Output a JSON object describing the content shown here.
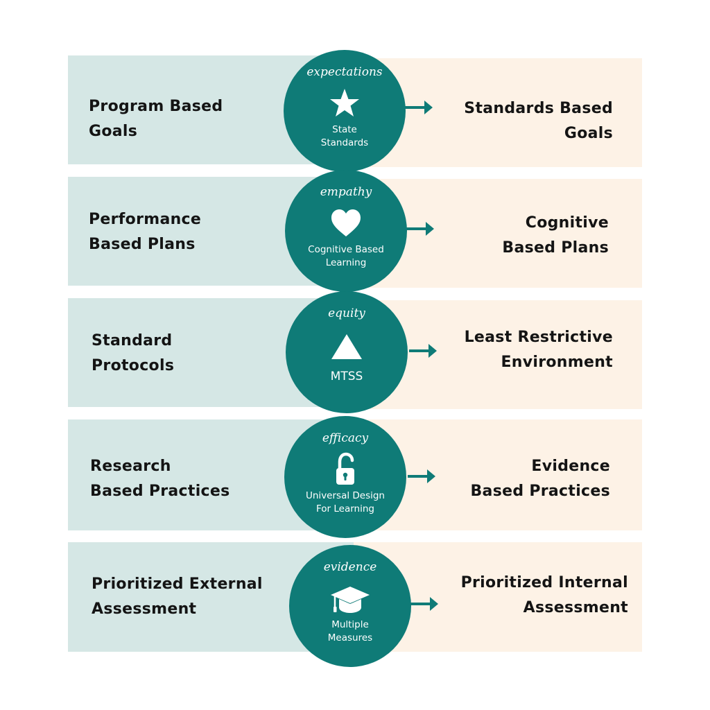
{
  "rows": [
    {
      "left": [
        "Program Based",
        "Goals"
      ],
      "theme": "expectations",
      "icon": "star-icon",
      "caption": [
        "State",
        "Standards"
      ],
      "right": [
        "Standards Based",
        "Goals"
      ]
    },
    {
      "left": [
        "Performance",
        "Based Plans"
      ],
      "theme": "empathy",
      "icon": "heart-icon",
      "caption": [
        "Cognitive Based",
        "Learning"
      ],
      "right": [
        "Cognitive",
        "Based Plans"
      ]
    },
    {
      "left": [
        "Standard",
        "Protocols"
      ],
      "theme": "equity",
      "icon": "triangle-icon",
      "caption": [
        "MTSS"
      ],
      "right": [
        "Least Restrictive",
        "Environment"
      ]
    },
    {
      "left": [
        "Research",
        "Based Practices"
      ],
      "theme": "efficacy",
      "icon": "unlocked-padlock-icon",
      "caption": [
        "Universal Design",
        "For Learning"
      ],
      "right": [
        "Evidence",
        "Based Practices"
      ]
    },
    {
      "left": [
        "Prioritized External",
        "Assessment"
      ],
      "theme": "evidence",
      "icon": "graduation-cap-icon",
      "caption": [
        "Multiple",
        "Measures"
      ],
      "right": [
        "Prioritized Internal",
        "Assessment"
      ]
    }
  ],
  "colors": {
    "left_band": "#d5e7e5",
    "right_band": "#fdf2e6",
    "circle": "#0f7b77",
    "arrow": "#0f7b77",
    "text": "#141414"
  }
}
